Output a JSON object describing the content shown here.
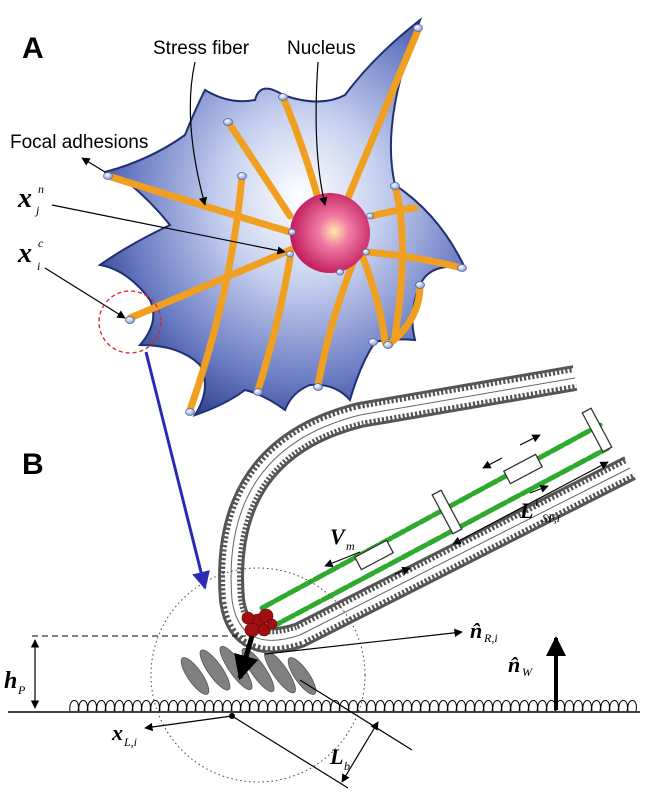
{
  "panels": {
    "a": "A",
    "b": "B"
  },
  "labels": {
    "stress_fiber": "Stress fiber",
    "nucleus": "Nucleus",
    "focal_adhesions": "Focal adhesions"
  },
  "symbols": {
    "xjn": {
      "base": "x",
      "sup": "n",
      "sub": "j"
    },
    "xic": {
      "base": "x",
      "sup": "c",
      "sub": "i"
    },
    "vm": {
      "base": "V",
      "sub": "m"
    },
    "lsf": {
      "base": "L",
      "sup": "i",
      "sub": "SF,i"
    },
    "nr": {
      "base": "n̂",
      "sub": "R,i"
    },
    "nw": {
      "base": "n̂",
      "sub": "W"
    },
    "hp": {
      "base": "h",
      "sub": "P"
    },
    "xl": {
      "base": "x",
      "sub": "L,i"
    },
    "lb": {
      "base": "L",
      "sub": "b"
    }
  },
  "colors": {
    "cell_body": "#4f64b0",
    "cell_edge": "#1f2f72",
    "stress_fiber": "#f0a020",
    "nucleus": "#d43070",
    "zoom_arrow": "#2b2bb8",
    "zoom_circle": "#e02020",
    "actin": "#2eaa2e",
    "adhesion_cluster": "#a01010",
    "integrin": "#777777"
  }
}
